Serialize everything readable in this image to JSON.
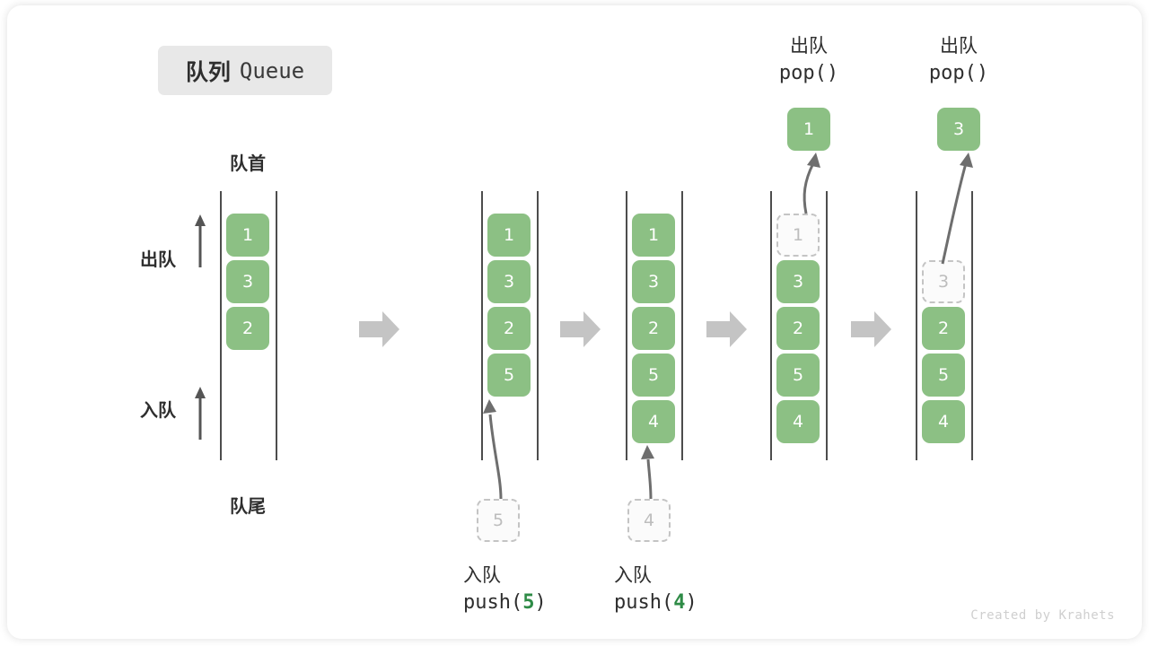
{
  "title": {
    "cn": "队列",
    "en": "Queue"
  },
  "labels": {
    "front": "队首",
    "rear": "队尾",
    "dequeue": "出队",
    "enqueue": "入队"
  },
  "columns": [
    {
      "id": "initial",
      "items": [
        {
          "value": "1",
          "state": "filled"
        },
        {
          "value": "3",
          "state": "filled"
        },
        {
          "value": "2",
          "state": "filled"
        }
      ]
    },
    {
      "id": "after-push-5",
      "items": [
        {
          "value": "1",
          "state": "filled"
        },
        {
          "value": "3",
          "state": "filled"
        },
        {
          "value": "2",
          "state": "filled"
        },
        {
          "value": "5",
          "state": "filled"
        }
      ]
    },
    {
      "id": "after-push-4",
      "items": [
        {
          "value": "1",
          "state": "filled"
        },
        {
          "value": "3",
          "state": "filled"
        },
        {
          "value": "2",
          "state": "filled"
        },
        {
          "value": "5",
          "state": "filled"
        },
        {
          "value": "4",
          "state": "filled"
        }
      ]
    },
    {
      "id": "pop-1",
      "items": [
        {
          "value": "1",
          "state": "ghost"
        },
        {
          "value": "3",
          "state": "filled"
        },
        {
          "value": "2",
          "state": "filled"
        },
        {
          "value": "5",
          "state": "filled"
        },
        {
          "value": "4",
          "state": "filled"
        }
      ]
    },
    {
      "id": "pop-3",
      "items": [
        {
          "value": "",
          "state": "empty"
        },
        {
          "value": "3",
          "state": "ghost"
        },
        {
          "value": "2",
          "state": "filled"
        },
        {
          "value": "5",
          "state": "filled"
        },
        {
          "value": "4",
          "state": "filled"
        }
      ]
    }
  ],
  "operations": {
    "push5": {
      "cn": "入队",
      "code_prefix": "push(",
      "code_value": "5",
      "code_suffix": ")",
      "ghost_value": "5"
    },
    "push4": {
      "cn": "入队",
      "code_prefix": "push(",
      "code_value": "4",
      "code_suffix": ")",
      "ghost_value": "4"
    },
    "pop1": {
      "cn": "出队",
      "code": "pop()",
      "popped_value": "1"
    },
    "pop3": {
      "cn": "出队",
      "code": "pop()",
      "popped_value": "3"
    }
  },
  "credit": "Created by Krahets",
  "colors": {
    "box_fill": "#8cc084",
    "ghost_border": "#c4c4c4",
    "accent_text": "#2e8b46",
    "rail": "#4d4d4d",
    "step_arrow": "#c4c4c4"
  }
}
